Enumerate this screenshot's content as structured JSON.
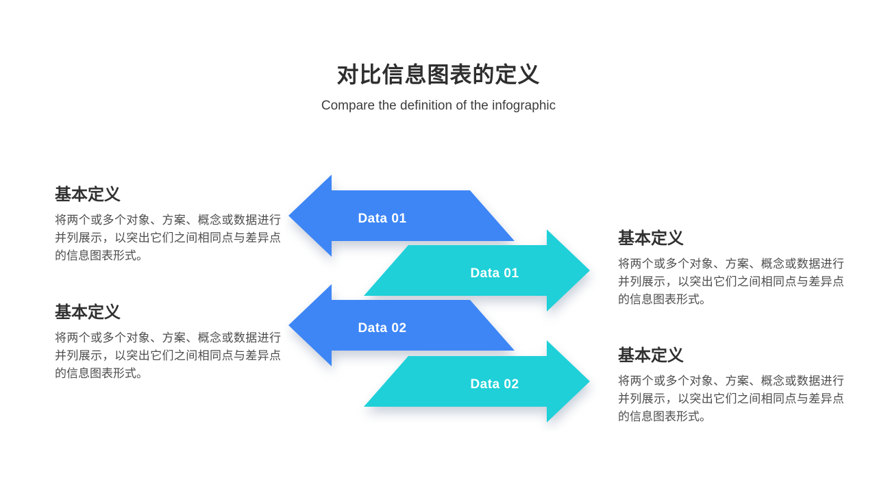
{
  "slide": {
    "title": "对比信息图表的定义",
    "subtitle": "Compare the definition of the infographic"
  },
  "colors": {
    "blue_arrow": "#3E86F6",
    "teal_arrow": "#1FD0D8",
    "title_text": "#2E2E2E",
    "heading_text": "#303030",
    "body_text": "#4D4D4D",
    "arrow_label_text": "#FFFFFF",
    "background": "#FFFFFF"
  },
  "blocks": [
    {
      "position": "left-top",
      "heading": "基本定义",
      "body": "将两个或多个对象、方案、概念或数据进行并列展示，以突出它们之间相同点与差异点的信息图表形式。"
    },
    {
      "position": "left-bottom",
      "heading": "基本定义",
      "body": "将两个或多个对象、方案、概念或数据进行并列展示，以突出它们之间相同点与差异点的信息图表形式。"
    },
    {
      "position": "right-top",
      "heading": "基本定义",
      "body": "将两个或多个对象、方案、概念或数据进行并列展示，以突出它们之间相同点与差异点的信息图表形式。"
    },
    {
      "position": "right-bottom",
      "heading": "基本定义",
      "body": "将两个或多个对象、方案、概念或数据进行并列展示，以突出它们之间相同点与差异点的信息图表形式。"
    }
  ],
  "arrows": [
    {
      "label": "Data 01",
      "direction": "left",
      "color": "#3E86F6"
    },
    {
      "label": "Data 01",
      "direction": "right",
      "color": "#1FD0D8"
    },
    {
      "label": "Data 02",
      "direction": "left",
      "color": "#3E86F6"
    },
    {
      "label": "Data 02",
      "direction": "right",
      "color": "#1FD0D8"
    }
  ]
}
